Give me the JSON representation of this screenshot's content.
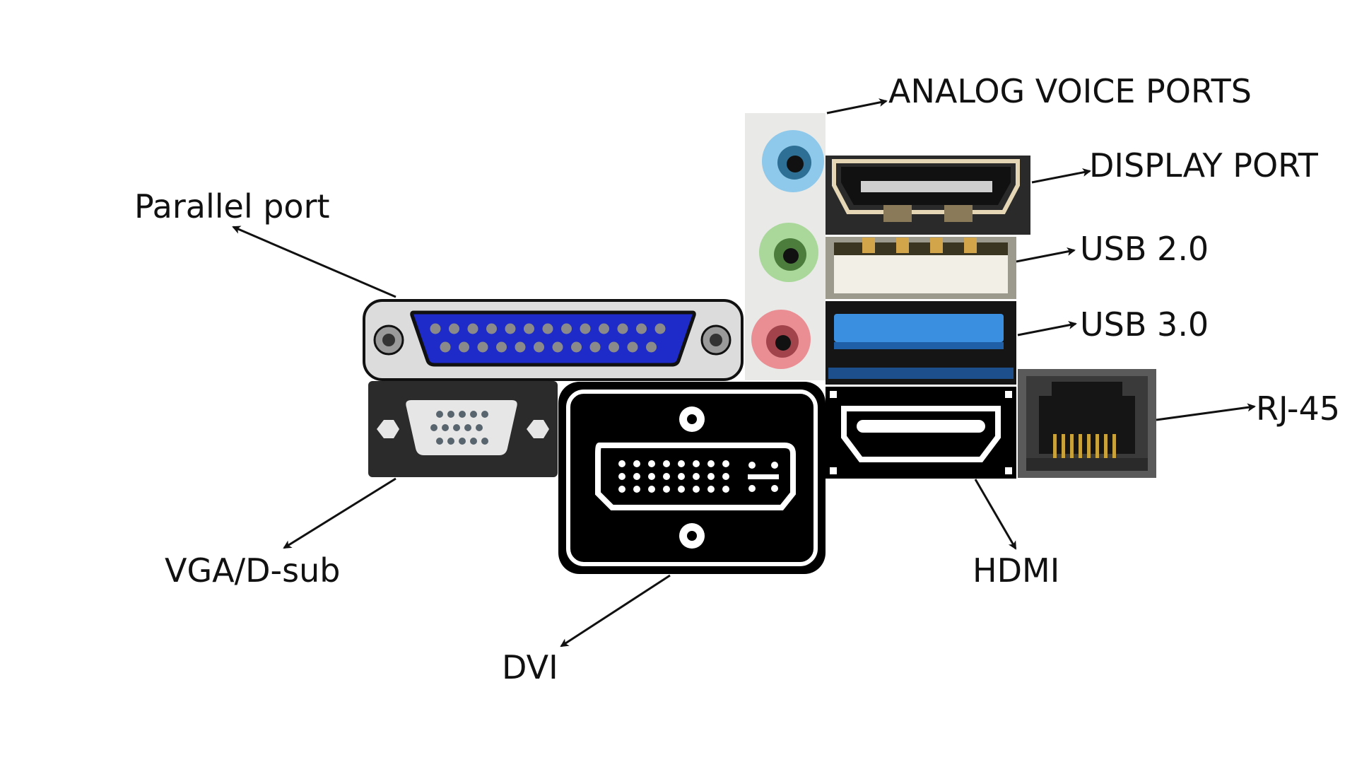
{
  "labels": {
    "parallel": "Parallel port",
    "vga": "VGA/D-sub",
    "dvi": "DVI",
    "analog": "ANALOG VOICE PORTS",
    "displayport": "DISPLAY PORT",
    "usb2": "USB 2.0",
    "usb3": "USB 3.0",
    "rj45": "RJ-45",
    "hdmi": "HDMI"
  },
  "colors": {
    "parallel_body": "#dcdcdc",
    "parallel_insert": "#1f2bc9",
    "vga_body": "#2b2b2b",
    "vga_insert": "#e6e6e6",
    "dvi": "#000000",
    "jack_blue": "#8ec8ea",
    "jack_green": "#a9d89a",
    "jack_pink": "#ea8e94",
    "usb3_insert": "#3a8fe0",
    "usb2_insert": "#f2f0e6",
    "rj45_body": "#3a3a3a",
    "rj45_pins": "#c9a23a",
    "arrow": "#111111"
  },
  "icons": [
    "parallel-port-icon",
    "vga-port-icon",
    "dvi-port-icon",
    "audio-jacks-icon",
    "displayport-icon",
    "usb2-port-icon",
    "usb3-port-icon",
    "hdmi-port-icon",
    "rj45-port-icon"
  ]
}
